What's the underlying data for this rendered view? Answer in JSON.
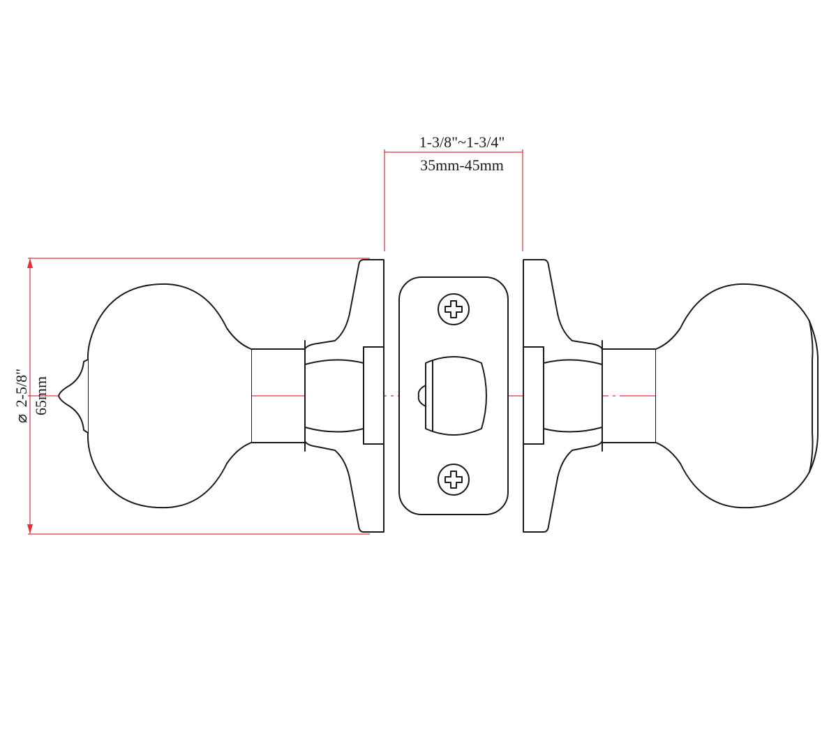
{
  "dimensions": {
    "backset_imperial": "1-3/8\"~1-3/4\"",
    "backset_metric": "35mm-45mm",
    "diameter_symbol": "⌀",
    "diameter_imperial": "2-5/8\"",
    "diameter_metric": "65mm"
  },
  "colors": {
    "line": "#1a1a1a",
    "dimension_line": "#e0303a",
    "background": "#ffffff"
  }
}
